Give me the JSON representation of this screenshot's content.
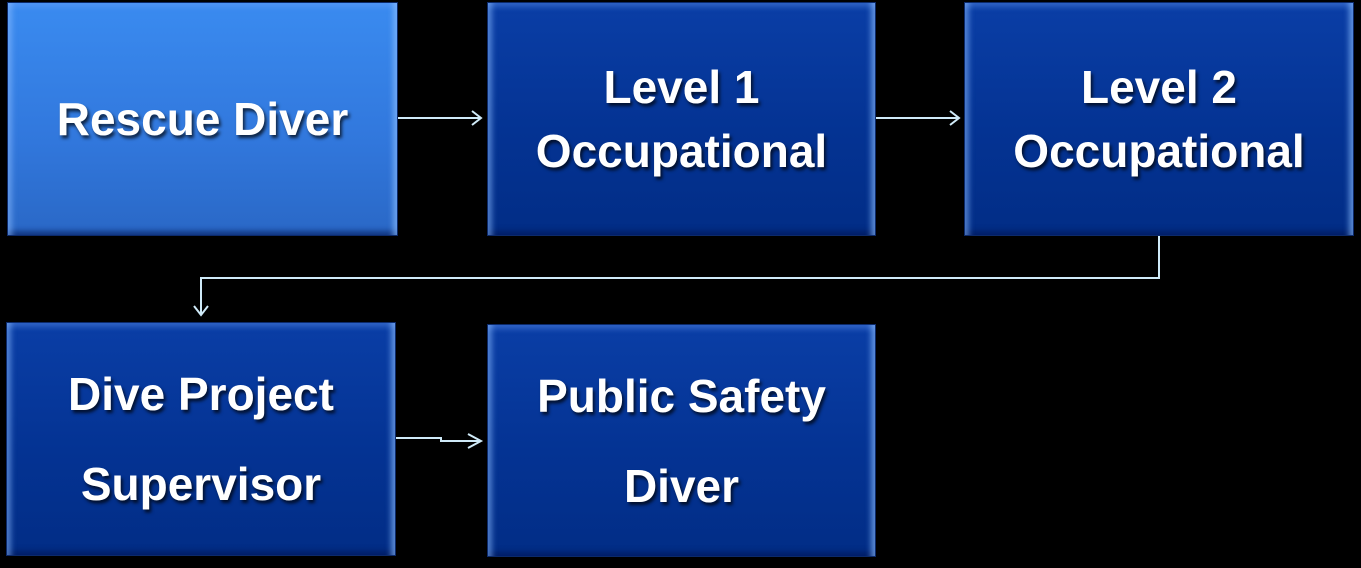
{
  "diagram": {
    "type": "flowchart",
    "nodes": [
      {
        "id": "rescue",
        "label": "Rescue Diver",
        "style": "highlighted"
      },
      {
        "id": "level1",
        "label": "Level 1 Occupational",
        "line1": "Level 1",
        "line2": "Occupational"
      },
      {
        "id": "level2",
        "label": "Level 2 Occupational",
        "line1": "Level 2",
        "line2": "Occupational"
      },
      {
        "id": "supervisor",
        "label": "Dive Project Supervisor",
        "line1": "Dive Project",
        "line2": "Supervisor"
      },
      {
        "id": "publicsafety",
        "label": "Public Safety Diver",
        "line1": "Public Safety",
        "line2": "Diver"
      }
    ],
    "edges": [
      {
        "from": "rescue",
        "to": "level1"
      },
      {
        "from": "level1",
        "to": "level2"
      },
      {
        "from": "level2",
        "to": "supervisor"
      },
      {
        "from": "supervisor",
        "to": "publicsafety"
      }
    ],
    "colors": {
      "background": "#000000",
      "highlight_box": "#3380e6",
      "box": "#043393",
      "connector": "#cfeaf8",
      "text": "#ffffff"
    }
  }
}
